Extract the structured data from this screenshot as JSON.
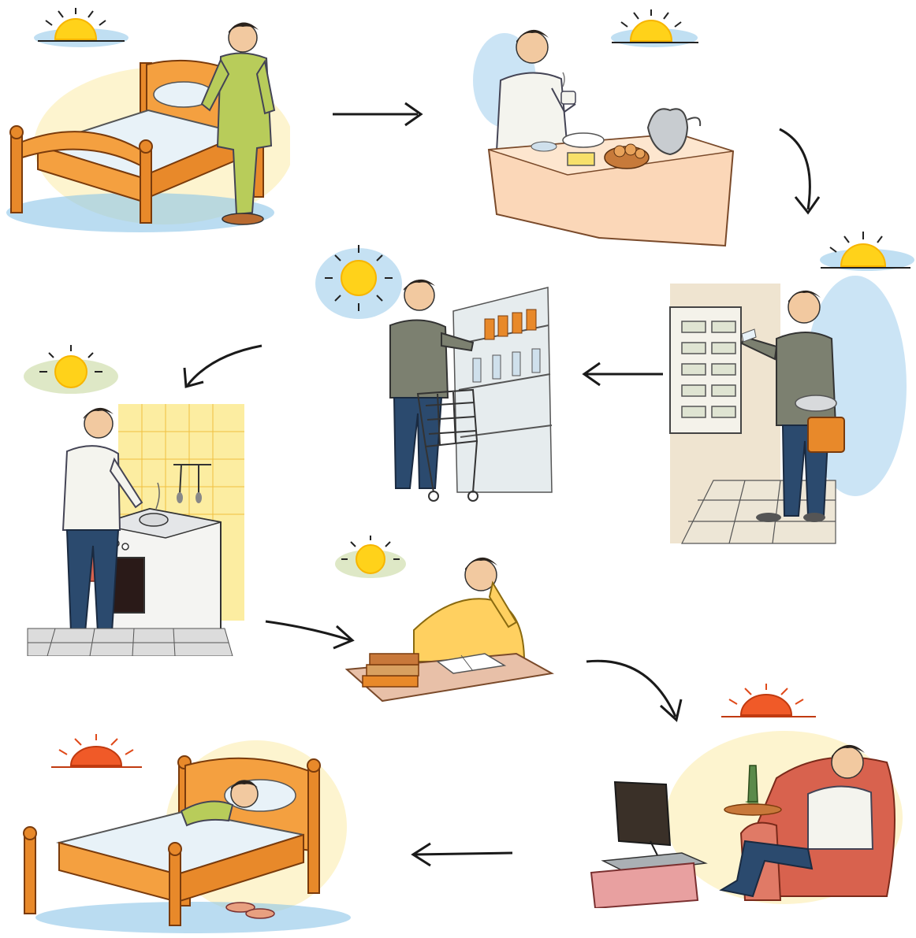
{
  "scenes": [
    {
      "id": "waking-up",
      "sun": "rising"
    },
    {
      "id": "breakfast",
      "sun": "rising"
    },
    {
      "id": "mailbox",
      "sun": "rising"
    },
    {
      "id": "shopping",
      "sun": "high"
    },
    {
      "id": "cooking",
      "sun": "midday"
    },
    {
      "id": "studying",
      "sun": "afternoon"
    },
    {
      "id": "watching-tv",
      "sun": "setting"
    },
    {
      "id": "going-to-bed",
      "sun": "setting"
    }
  ],
  "colors": {
    "wood": "#e8892a",
    "wood_dark": "#b8601a",
    "sheet": "#e8f2f8",
    "sky_wash": "#8cc4e8",
    "sun": "#ffd21a",
    "sun_glow": "#f7b500",
    "sunset": "#f05a28",
    "pajama": "#b8cc5a",
    "shirt": "#f4f4ee",
    "jacket": "#7c8070",
    "jeans": "#2b4a6e",
    "skin": "#f2c9a0",
    "hair": "#2a221c",
    "tile_yellow": "#fbe98a",
    "armchair": "#d8624e",
    "table_cloth": "#fbd7b8",
    "arrow": "#1a1a1a"
  }
}
